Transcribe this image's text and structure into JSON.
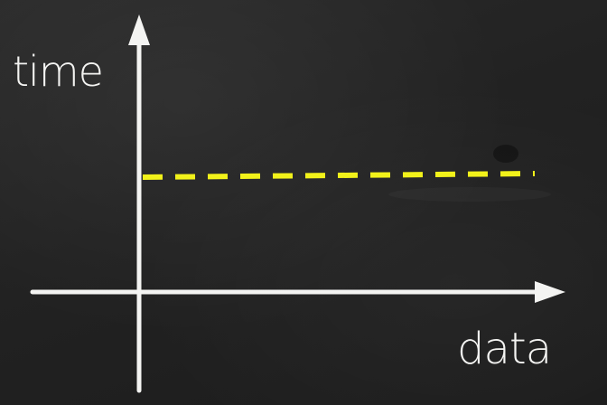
{
  "diagram": {
    "y_axis_label": "time",
    "x_axis_label": "data",
    "line_style": "dashed",
    "colors": {
      "background": "#1e1e1e",
      "chalk": "#f4f4f2",
      "line": "#f2f21a"
    }
  }
}
